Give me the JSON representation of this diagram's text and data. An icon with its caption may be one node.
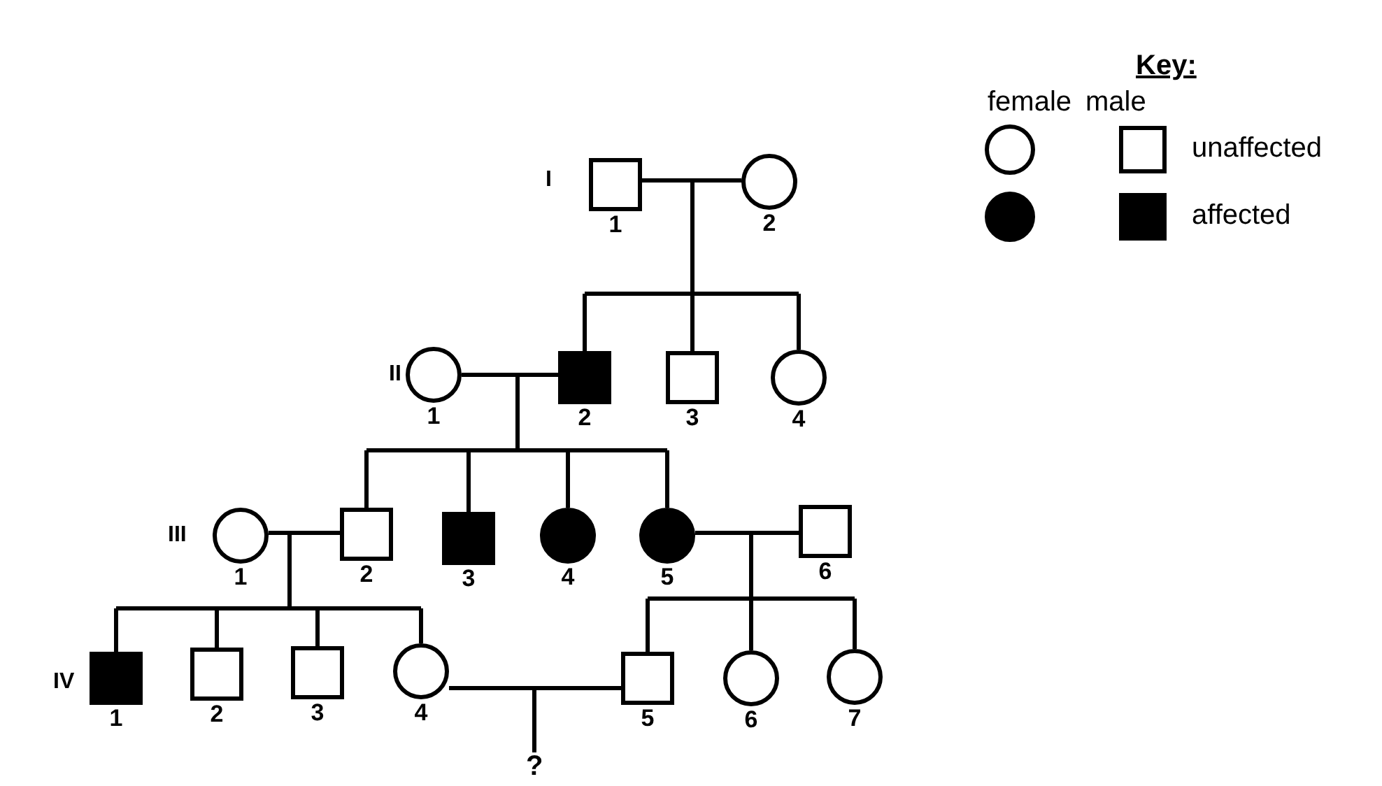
{
  "diagram": {
    "nodes": [
      {
        "text": [
          "1"
        ]
      },
      {
        "text": [
          "2"
        ]
      },
      {
        "text": [
          "1"
        ]
      },
      {
        "text": [
          "2"
        ]
      },
      {
        "text": [
          "3"
        ]
      },
      {
        "text": [
          "4"
        ]
      },
      {
        "text": [
          "1"
        ]
      },
      {
        "text": [
          "2"
        ]
      },
      {
        "text": [
          "3"
        ]
      },
      {
        "text": [
          "4"
        ]
      },
      {
        "text": [
          "5"
        ]
      },
      {
        "text": [
          "6"
        ]
      },
      {
        "text": [
          "1"
        ]
      },
      {
        "text": [
          "2"
        ]
      },
      {
        "text": [
          "3"
        ]
      },
      {
        "text": [
          "4"
        ]
      },
      {
        "text": [
          "5"
        ]
      },
      {
        "text": [
          "6"
        ]
      },
      {
        "text": [
          "7"
        ]
      },
      {
        "text": [
          "?"
        ]
      }
    ],
    "edges": [
      {
        "from": 0,
        "to": 1,
        "arrow": "none"
      },
      {
        "from": 0,
        "to": 3,
        "arrow": "none"
      },
      {
        "from": 1,
        "to": 3,
        "arrow": "none"
      },
      {
        "from": 0,
        "to": 4,
        "arrow": "none"
      },
      {
        "from": 1,
        "to": 4,
        "arrow": "none"
      },
      {
        "from": 0,
        "to": 5,
        "arrow": "none"
      },
      {
        "from": 1,
        "to": 5,
        "arrow": "none"
      },
      {
        "from": 2,
        "to": 3,
        "arrow": "none"
      },
      {
        "from": 2,
        "to": 7,
        "arrow": "none"
      },
      {
        "from": 3,
        "to": 7,
        "arrow": "none"
      },
      {
        "from": 2,
        "to": 8,
        "arrow": "none"
      },
      {
        "from": 3,
        "to": 8,
        "arrow": "none"
      },
      {
        "from": 2,
        "to": 9,
        "arrow": "none"
      },
      {
        "from": 3,
        "to": 9,
        "arrow": "none"
      },
      {
        "from": 2,
        "to": 10,
        "arrow": "none"
      },
      {
        "from": 3,
        "to": 10,
        "arrow": "none"
      },
      {
        "from": 6,
        "to": 7,
        "arrow": "none"
      },
      {
        "from": 6,
        "to": 12,
        "arrow": "none"
      },
      {
        "from": 7,
        "to": 12,
        "arrow": "none"
      },
      {
        "from": 6,
        "to": 13,
        "arrow": "none"
      },
      {
        "from": 7,
        "to": 13,
        "arrow": "none"
      },
      {
        "from": 6,
        "to": 14,
        "arrow": "none"
      },
      {
        "from": 7,
        "to": 14,
        "arrow": "none"
      },
      {
        "from": 6,
        "to": 15,
        "arrow": "none"
      },
      {
        "from": 7,
        "to": 15,
        "arrow": "none"
      },
      {
        "from": 10,
        "to": 11,
        "arrow": "none"
      },
      {
        "from": 10,
        "to": 16,
        "arrow": "none"
      },
      {
        "from": 11,
        "to": 16,
        "arrow": "none"
      },
      {
        "from": 10,
        "to": 17,
        "arrow": "none"
      },
      {
        "from": 11,
        "to": 17,
        "arrow": "none"
      },
      {
        "from": 10,
        "to": 18,
        "arrow": "none"
      },
      {
        "from": 11,
        "to": 18,
        "arrow": "none"
      },
      {
        "from": 15,
        "to": 16,
        "arrow": "none"
      },
      {
        "from": 15,
        "to": 19,
        "arrow": "none"
      },
      {
        "from": 16,
        "to": 19,
        "arrow": "none"
      }
    ],
    "labels": [
      "Key:",
      "female",
      "male",
      "I",
      "II",
      "III",
      "IV"
    ],
    "legend": [
      {
        "text": "unaffected",
        "color": "#ffffff"
      },
      {
        "text": "affected",
        "color": "#000000"
      }
    ]
  }
}
